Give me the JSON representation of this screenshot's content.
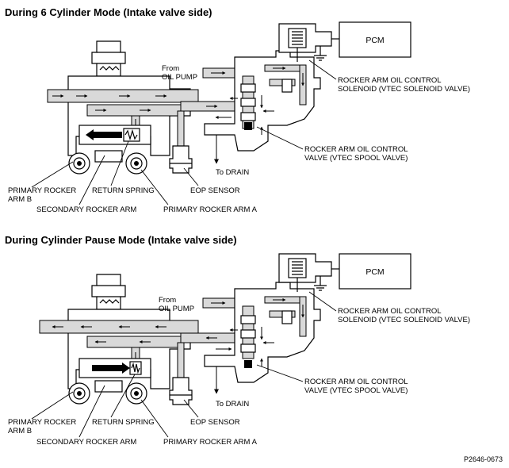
{
  "sections": [
    {
      "title": "During 6 Cylinder Mode (Intake valve side)",
      "pcm": "PCM",
      "from_oil_pump": [
        "From",
        "OIL PUMP"
      ],
      "to_drain": "To DRAIN",
      "solenoid_label": [
        "ROCKER ARM OIL CONTROL",
        "SOLENOID (VTEC SOLENOID VALVE)"
      ],
      "spool_label": [
        "ROCKER ARM OIL CONTROL",
        "VALVE (VTEC SPOOL VALVE)"
      ],
      "primary_b": [
        "PRIMARY ROCKER",
        "ARM B"
      ],
      "return_spring": "RETURN SPRING",
      "secondary_arm": "SECONDARY ROCKER ARM",
      "eop_sensor": "EOP SENSOR",
      "primary_a": "PRIMARY ROCKER ARM A",
      "piston_direction": "left"
    },
    {
      "title": "During Cylinder Pause Mode (Intake valve side)",
      "pcm": "PCM",
      "from_oil_pump": [
        "From",
        "OIL PUMP"
      ],
      "to_drain": "To DRAIN",
      "solenoid_label": [
        "ROCKER ARM OIL CONTROL",
        "SOLENOID (VTEC SOLENOID VALVE)"
      ],
      "spool_label": [
        "ROCKER ARM OIL CONTROL",
        "VALVE (VTEC SPOOL VALVE)"
      ],
      "primary_b": [
        "PRIMARY ROCKER",
        "ARM B"
      ],
      "return_spring": "RETURN SPRING",
      "secondary_arm": "SECONDARY ROCKER ARM",
      "eop_sensor": "EOP SENSOR",
      "primary_a": "PRIMARY ROCKER ARM A",
      "piston_direction": "right"
    }
  ],
  "figure_ref": "P2646-0673"
}
